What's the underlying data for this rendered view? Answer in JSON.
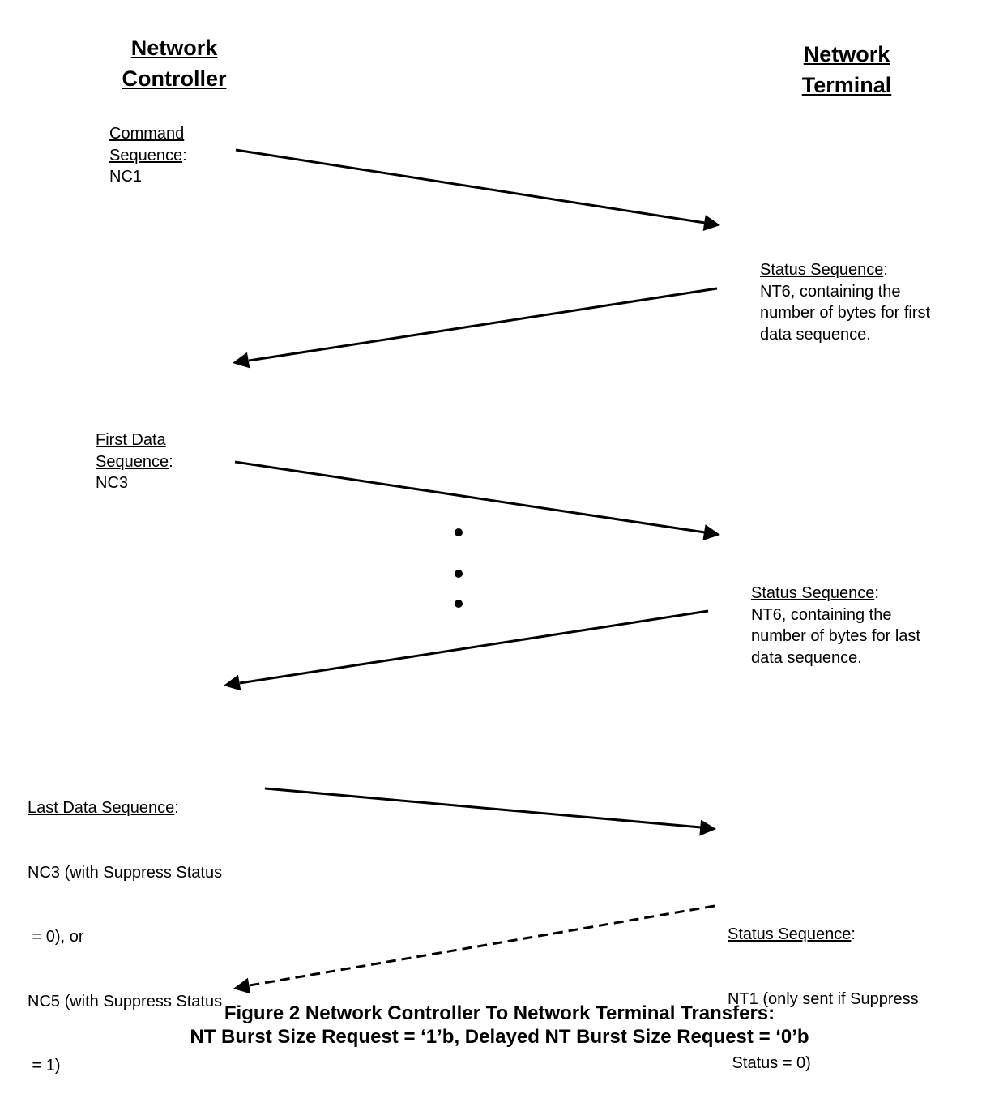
{
  "headers": {
    "controller": [
      "Network",
      "Controller"
    ],
    "terminal": [
      "Network",
      "Terminal"
    ]
  },
  "labels": {
    "command": {
      "title_lines": [
        "Command",
        "Sequence"
      ],
      "colon": ":",
      "body_lines": [
        "NC1"
      ]
    },
    "status_first": {
      "title_lines": [
        "Status Sequence"
      ],
      "colon": ":",
      "body_lines": [
        "NT6, containing the",
        "number of bytes for first",
        "data sequence."
      ]
    },
    "first_data": {
      "title_lines": [
        "First Data",
        "Sequence"
      ],
      "colon": ":",
      "body_lines": [
        "NC3"
      ]
    },
    "status_last": {
      "title_lines": [
        "Status Sequence"
      ],
      "colon": ":",
      "body_lines": [
        "NT6, containing the",
        "number of bytes for last",
        "data sequence."
      ]
    },
    "last_data": {
      "title_lines": [
        "Last Data Sequence"
      ],
      "colon": ":",
      "body_lines": [
        "NC3 (with Suppress Status",
        " = 0), or",
        "NC5 (with Suppress Status",
        " = 1)"
      ]
    },
    "status_final": {
      "title_lines": [
        "Status Sequence"
      ],
      "colon": ":",
      "body_lines": [
        "NT1 (only sent if Suppress",
        " Status = 0)"
      ]
    }
  },
  "arrows": [
    {
      "name": "command-arrow",
      "direction": "to-terminal",
      "style": "solid"
    },
    {
      "name": "status-first-arrow",
      "direction": "to-controller",
      "style": "solid"
    },
    {
      "name": "first-data-arrow",
      "direction": "to-terminal",
      "style": "solid"
    },
    {
      "name": "status-last-arrow",
      "direction": "to-controller",
      "style": "solid"
    },
    {
      "name": "last-data-arrow",
      "direction": "to-terminal",
      "style": "solid"
    },
    {
      "name": "status-final-arrow",
      "direction": "to-controller",
      "style": "dashed"
    }
  ],
  "caption": [
    "Figure 2 Network Controller To Network Terminal Transfers:",
    "NT Burst Size Request = ‘1’b, Delayed NT Burst Size Request = ‘0’b"
  ]
}
